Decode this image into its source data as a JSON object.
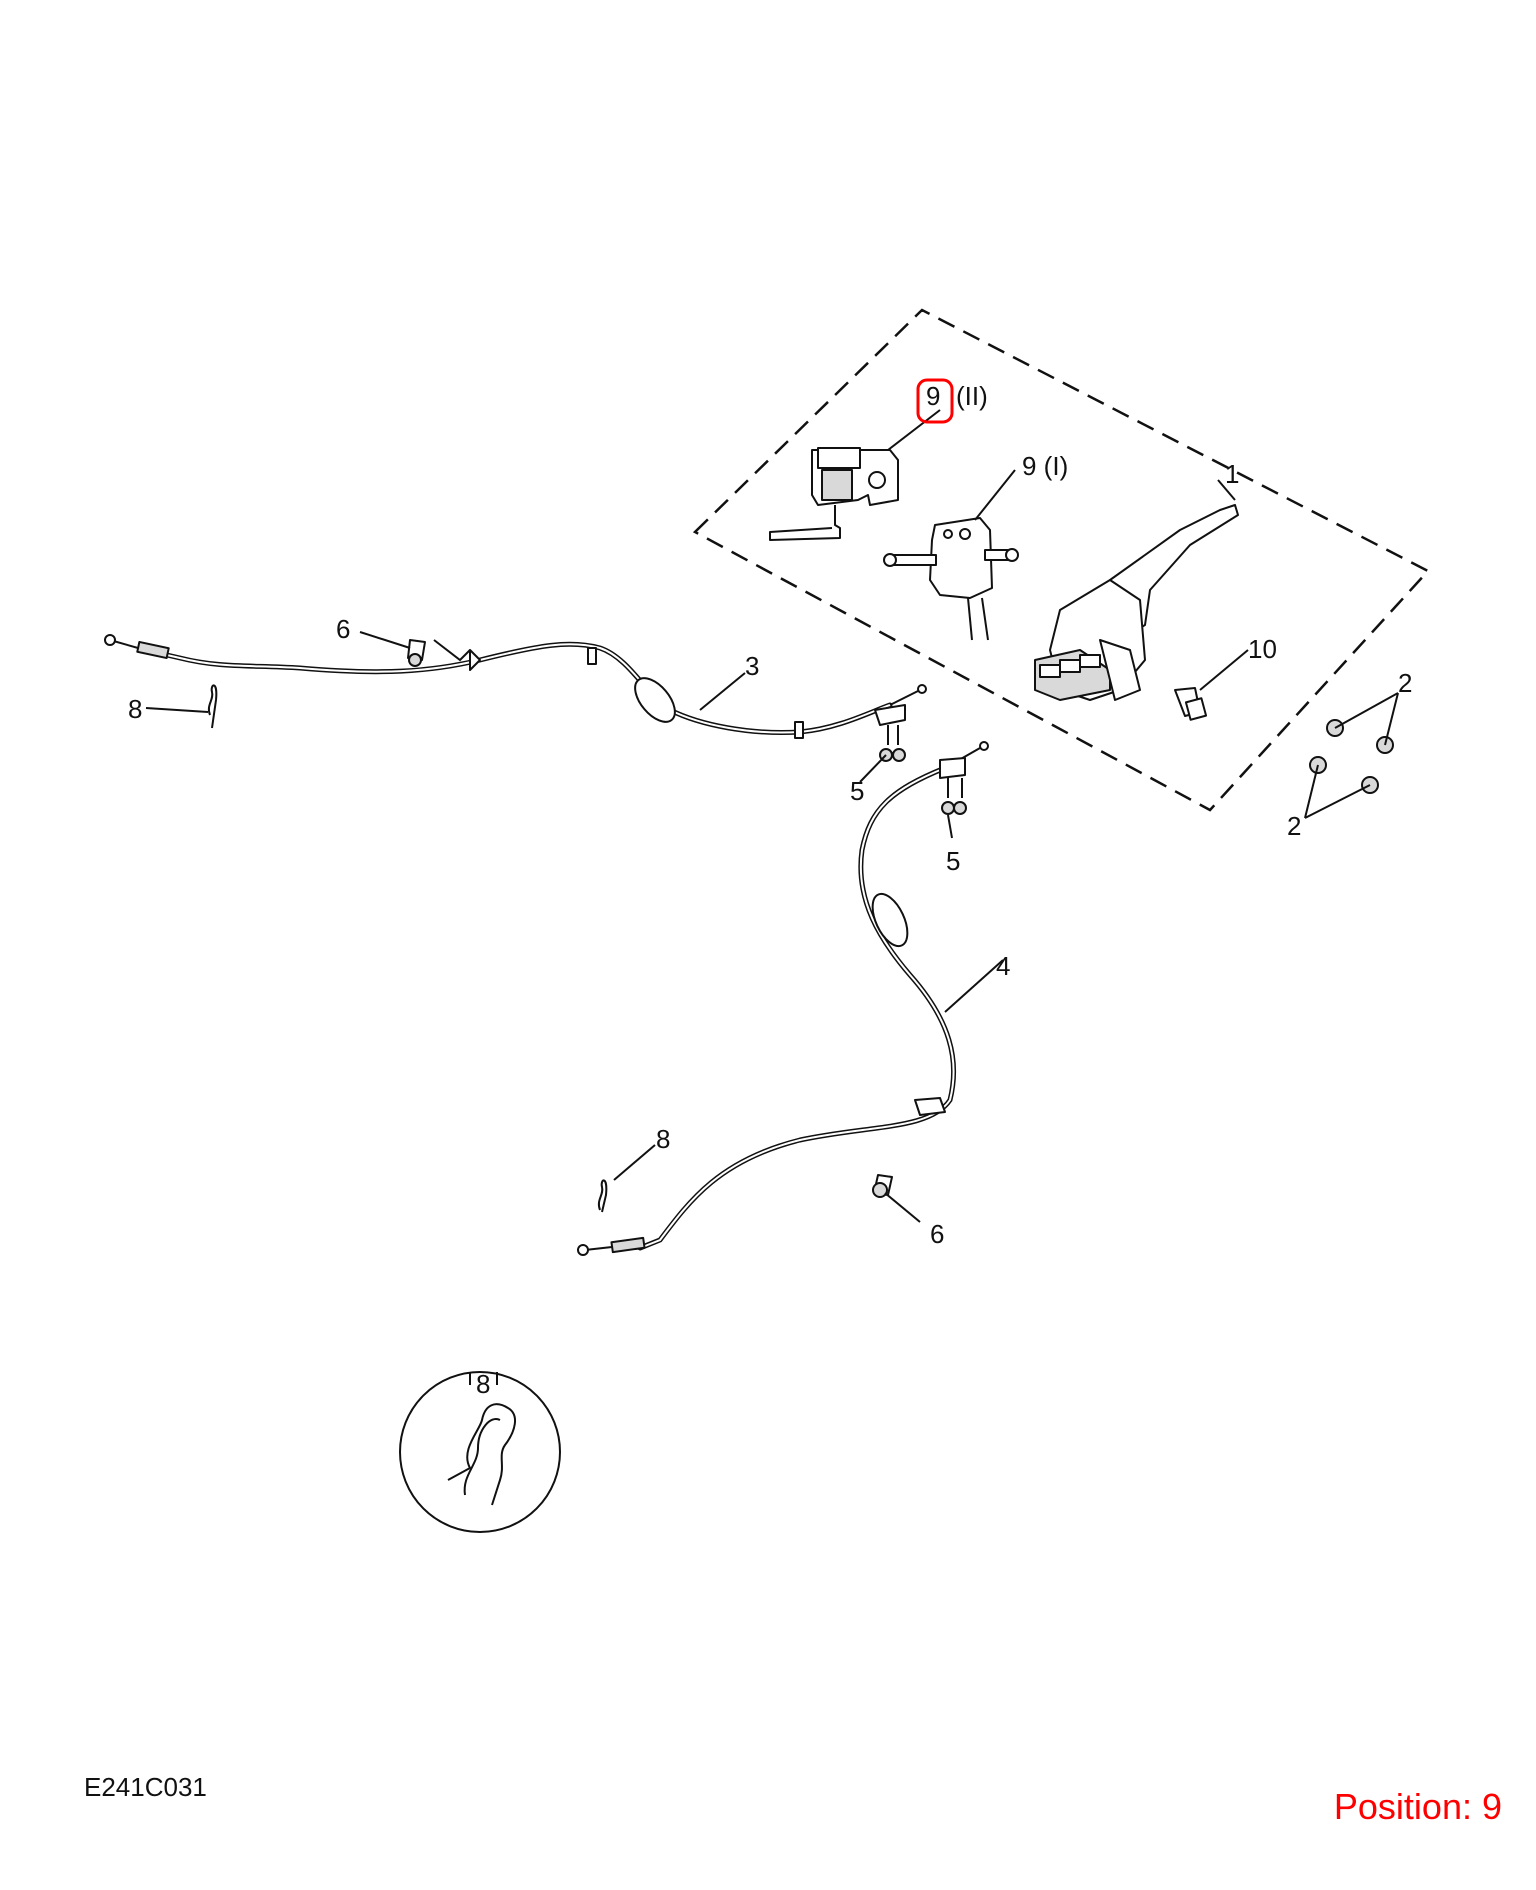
{
  "diagram_code": "E241C031",
  "position_label": "Position: 9",
  "highlight_color": "#ff0000",
  "callouts": {
    "c1": "1",
    "c2a": "2",
    "c2b": "2",
    "c3": "3",
    "c4": "4",
    "c5a": "5",
    "c5b": "5",
    "c6a": "6",
    "c6b": "6",
    "c8a": "8",
    "c8b": "8",
    "c8c": "8",
    "c9ii_num": "9",
    "c9ii_suffix": "(II)",
    "c9i": "9 (I)",
    "c10": "10"
  }
}
